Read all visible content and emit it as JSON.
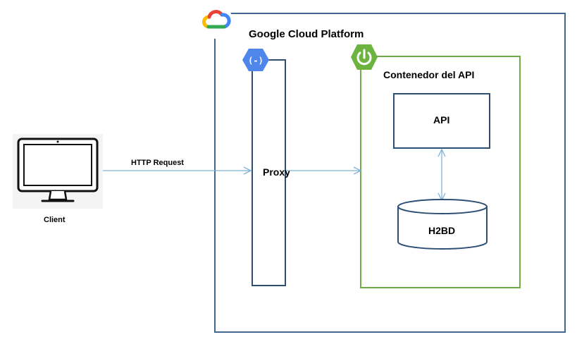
{
  "platform": {
    "title": "Google Cloud Platform"
  },
  "client": {
    "label": "Client"
  },
  "request": {
    "label": "HTTP Request"
  },
  "proxy": {
    "label": "Proxy"
  },
  "container": {
    "title": "Contenedor del API"
  },
  "api": {
    "label": "API"
  },
  "database": {
    "label": "H2BD"
  },
  "icons": {
    "cloud": "google-cloud-logo",
    "endpoints": "cloud-endpoints-icon",
    "spring": "spring-power-icon",
    "monitor": "monitor-icon"
  },
  "colors": {
    "platform_border": "#41678f",
    "container_border": "#70ad47",
    "arrow": "#7fb2d4",
    "api_border": "#2e4f73",
    "endpoints_hex": "#4f86ec",
    "spring_green": "#6db33f",
    "gcp_blue": "#4285f4",
    "gcp_red": "#ea4335",
    "gcp_yellow": "#fbbc05",
    "gcp_green": "#34a853"
  }
}
